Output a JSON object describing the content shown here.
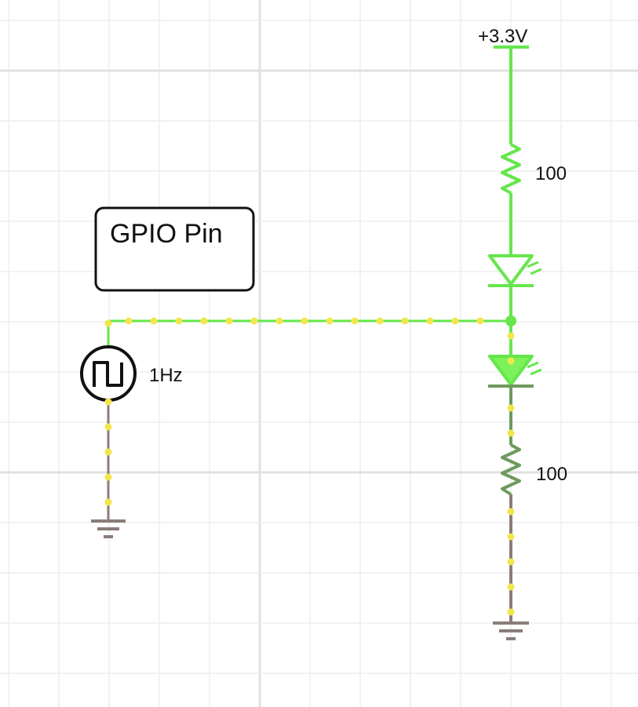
{
  "diagram": {
    "supply_label": "+3.3V",
    "resistor_top_value": "100",
    "resistor_bottom_value": "100",
    "source_frequency": "1Hz",
    "text_box_label": "GPIO Pin"
  },
  "colors": {
    "grid_minor": "#eeeeee",
    "grid_major": "#e0e0e0",
    "wire_active": "#66e64c",
    "wire_dim": "#6e9a5e",
    "wire_ground": "#8a7d7a",
    "current_dot": "#f2e64d",
    "led_lit": "#7cf25a",
    "component_black": "#111111"
  }
}
